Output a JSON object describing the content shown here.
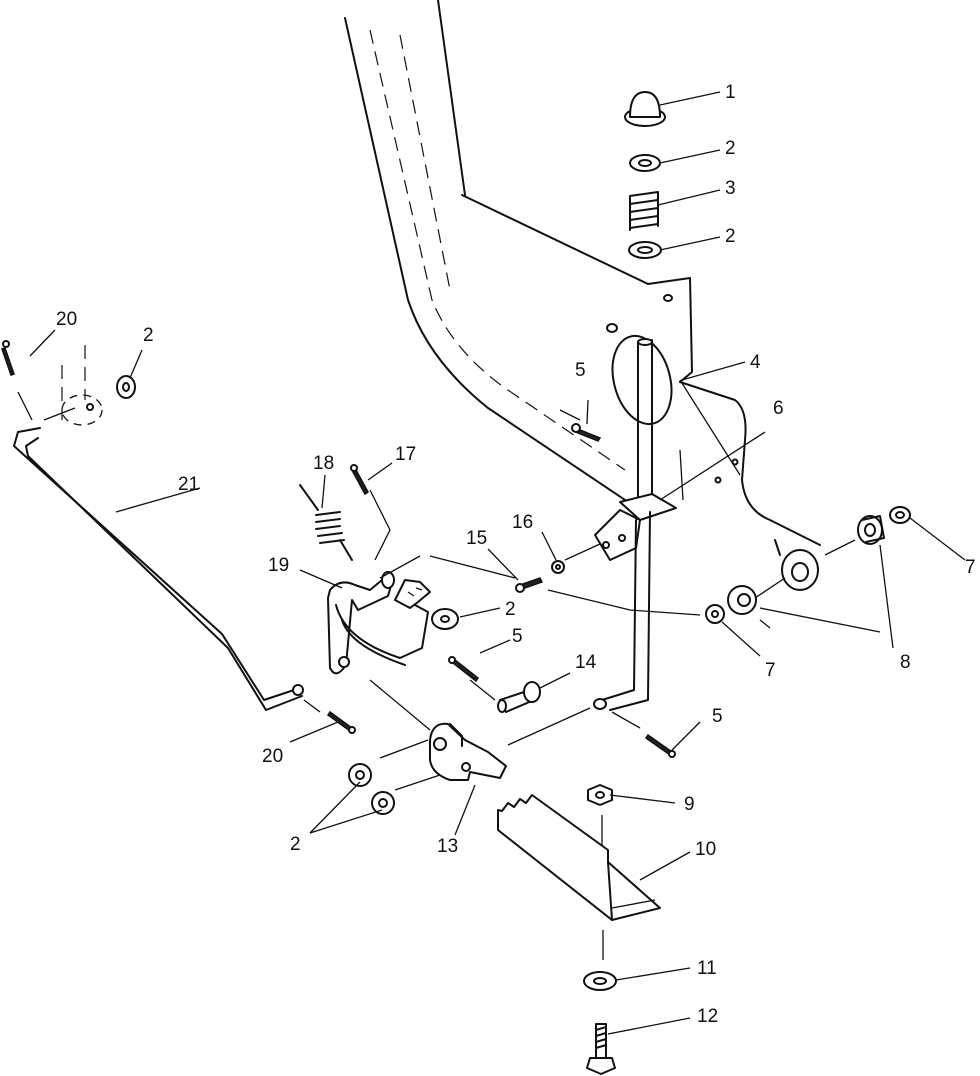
{
  "callouts": [
    {
      "label": "1"
    },
    {
      "label": "2"
    },
    {
      "label": "3"
    },
    {
      "label": "2"
    },
    {
      "label": "4"
    },
    {
      "label": "5"
    },
    {
      "label": "6"
    },
    {
      "label": "7"
    },
    {
      "label": "8"
    },
    {
      "label": "7"
    },
    {
      "label": "16"
    },
    {
      "label": "15"
    },
    {
      "label": "17"
    },
    {
      "label": "18"
    },
    {
      "label": "19"
    },
    {
      "label": "2"
    },
    {
      "label": "5"
    },
    {
      "label": "14"
    },
    {
      "label": "5"
    },
    {
      "label": "21"
    },
    {
      "label": "20"
    },
    {
      "label": "2"
    },
    {
      "label": "20"
    },
    {
      "label": "9"
    },
    {
      "label": "10"
    },
    {
      "label": "2"
    },
    {
      "label": "13"
    },
    {
      "label": "11"
    },
    {
      "label": "12"
    }
  ]
}
